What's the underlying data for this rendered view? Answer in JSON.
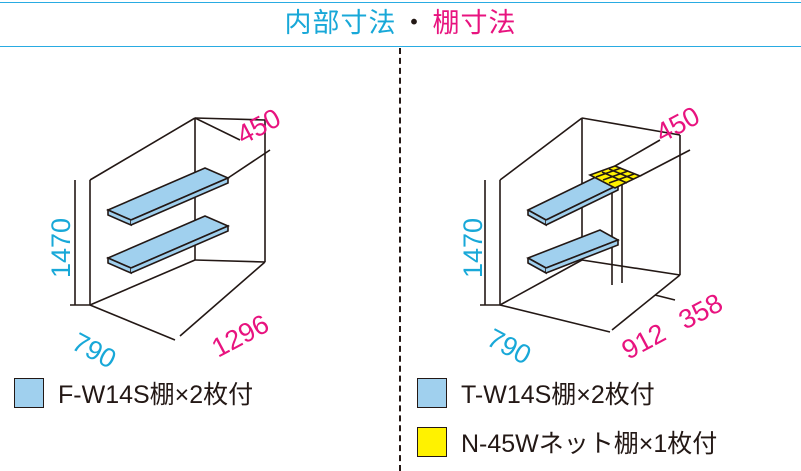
{
  "title": {
    "part1": "内部寸法",
    "separator": "・",
    "part2": "棚寸法"
  },
  "colors": {
    "cyan": "#29abe2",
    "magenta": "#e8137f",
    "shelf_blue": "#a0d0ee",
    "net_yellow": "#fff200",
    "line": "#231815"
  },
  "left_diagram": {
    "shelf_depth": "450",
    "height": "1470",
    "depth": "790",
    "width": "1296"
  },
  "right_diagram": {
    "shelf_depth": "450",
    "height": "1470",
    "depth": "790",
    "width_main": "912",
    "width_side": "358"
  },
  "legend_left": [
    {
      "label": "F-W14S棚×2枚付",
      "color": "#a0d0ee"
    }
  ],
  "legend_right": [
    {
      "label": "T-W14S棚×2枚付",
      "color": "#a0d0ee"
    },
    {
      "label": "N-45Wネット棚×1枚付",
      "color": "#fff200"
    }
  ]
}
